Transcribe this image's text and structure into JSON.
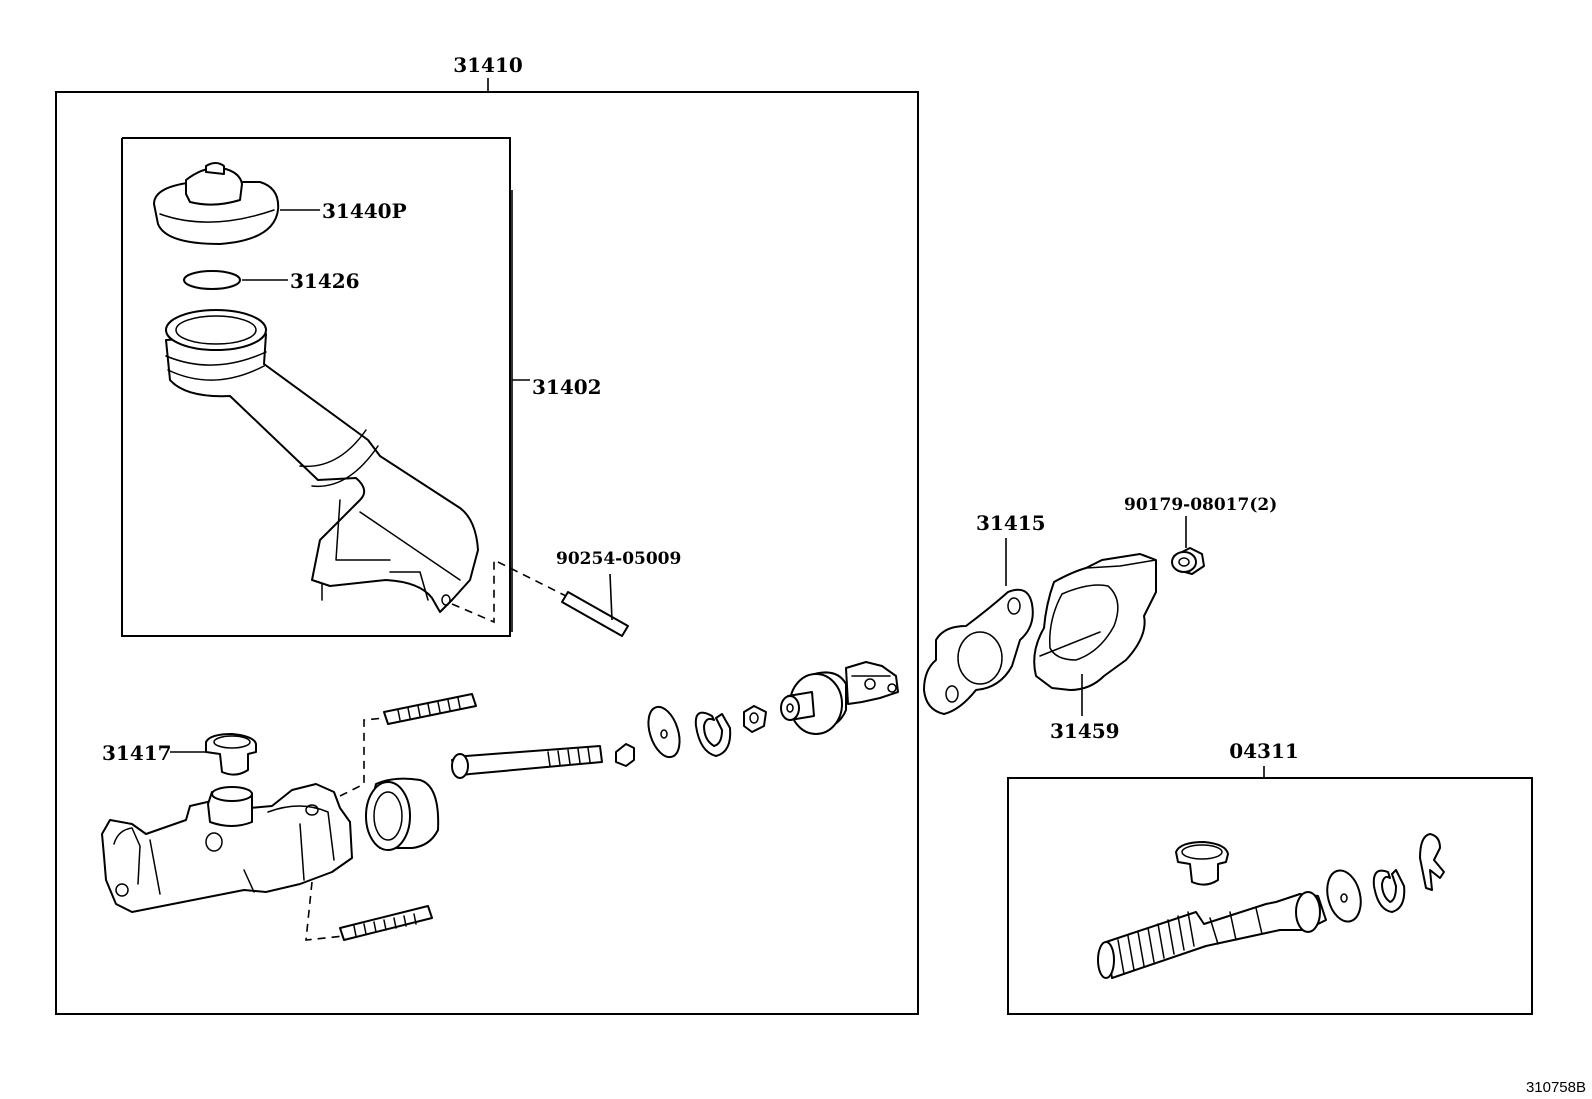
{
  "diagram": {
    "ref_code": "310758B",
    "parts": {
      "assy_master_cylinder": "31410",
      "reservoir_cap": "31440P",
      "cap_gasket": "31426",
      "reservoir_tank": "31402",
      "pin": "90254-05009",
      "grommet": "31417",
      "gasket_plate": "31415",
      "nut": "90179-08017(2)",
      "spacer": "31459",
      "repair_kit": "04311"
    }
  }
}
